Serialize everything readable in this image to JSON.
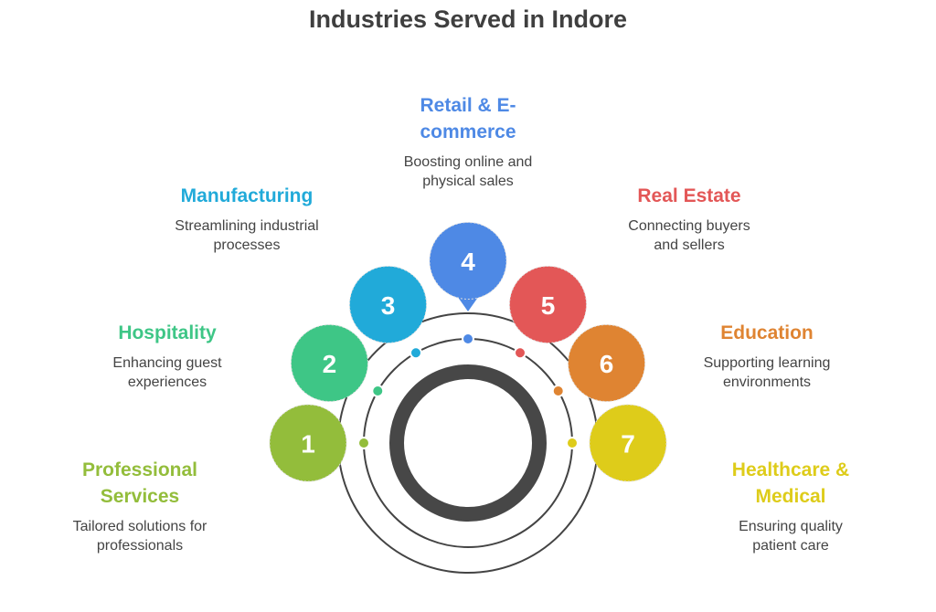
{
  "title": "Industries Served in Indore",
  "items": [
    {
      "number": "1",
      "heading": "Professional Services",
      "description": "Tailored solutions for professionals",
      "color": "#93bd3b"
    },
    {
      "number": "2",
      "heading": "Hospitality",
      "description": "Enhancing guest experiences",
      "color": "#3ec686"
    },
    {
      "number": "3",
      "heading": "Manufacturing",
      "description": "Streamlining industrial processes",
      "color": "#21aad9"
    },
    {
      "number": "4",
      "heading": "Retail & E-commerce",
      "description": "Boosting online and physical sales",
      "color": "#4e89e5"
    },
    {
      "number": "5",
      "heading": "Real Estate",
      "description": "Connecting buyers and sellers",
      "color": "#e35757"
    },
    {
      "number": "6",
      "heading": "Education",
      "description": "Supporting learning environments",
      "color": "#df8432"
    },
    {
      "number": "7",
      "heading": "Healthcare & Medical",
      "description": "Ensuring quality patient care",
      "color": "#decc1a"
    }
  ]
}
